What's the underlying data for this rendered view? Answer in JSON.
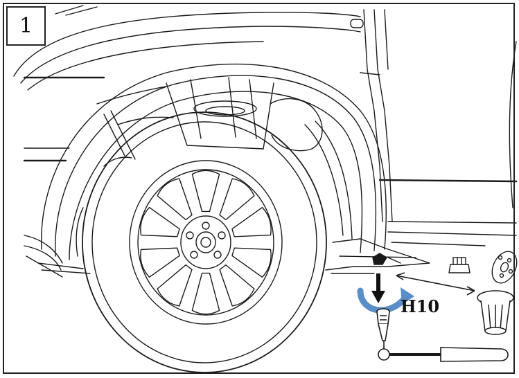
{
  "step": {
    "number": "1"
  },
  "tool": {
    "size_label": "H10"
  },
  "colors": {
    "line": "#1a1a1a",
    "arrow_blue": "#5a8ec8",
    "arrow_dark": "#111111",
    "background": "#ffffff"
  },
  "icons": [
    "fender-liner-diagram",
    "wheel-icon",
    "push-pin-clip-icon",
    "rotate-arrow-icon",
    "down-arrow-icon",
    "socket-wrench-icon",
    "nut-icon",
    "washer-icon"
  ]
}
